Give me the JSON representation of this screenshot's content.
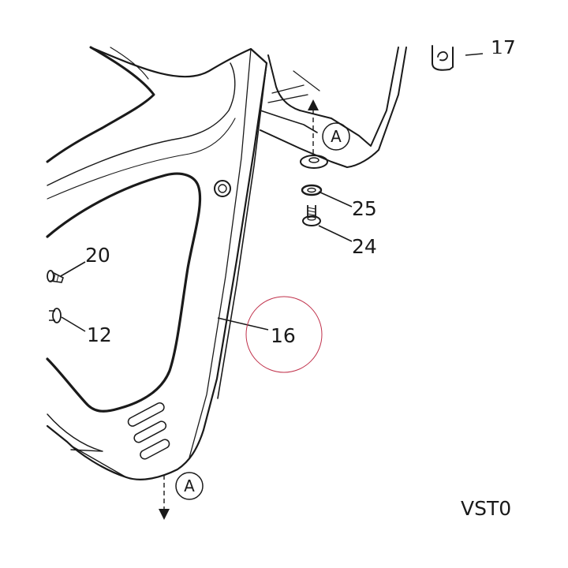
{
  "diagram": {
    "callouts": {
      "p17": "17",
      "p20": "20",
      "p12": "12",
      "p16": "16",
      "p25": "25",
      "p24": "24"
    },
    "reference_marks": {
      "top": "A",
      "bottom": "A"
    },
    "drawing_code": "VST0"
  },
  "colors": {
    "line": "#1a1a1a",
    "highlight_circle": "#c0304a",
    "background": "#ffffff"
  }
}
